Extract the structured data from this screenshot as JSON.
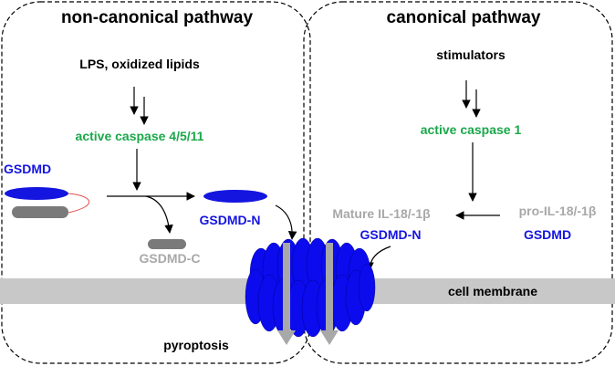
{
  "colors": {
    "green": "#1aa84a",
    "blue": "#1515e0",
    "gray": "#a8a8a8",
    "membrane": "#c8c8c8",
    "pore": "#0b0bee",
    "link": "#e05050"
  },
  "left_panel": {
    "title": "non-canonical pathway",
    "stimulus": "LPS, oxidized lipids",
    "enzyme": "active caspase 4/5/11",
    "protein": "GSDMD",
    "product_n": "GSDMD-N",
    "product_c": "GSDMD-C",
    "outcome": "pyroptosis"
  },
  "right_panel": {
    "title": "canonical pathway",
    "stimulus": "stimulators",
    "enzyme": "active caspase 1",
    "mature_il": "Mature IL-18/-1β",
    "pro_il": "pro-IL-18/-1β",
    "product_n": "GSDMD-N",
    "protein": "GSDMD",
    "membrane_label": "cell membrane"
  }
}
